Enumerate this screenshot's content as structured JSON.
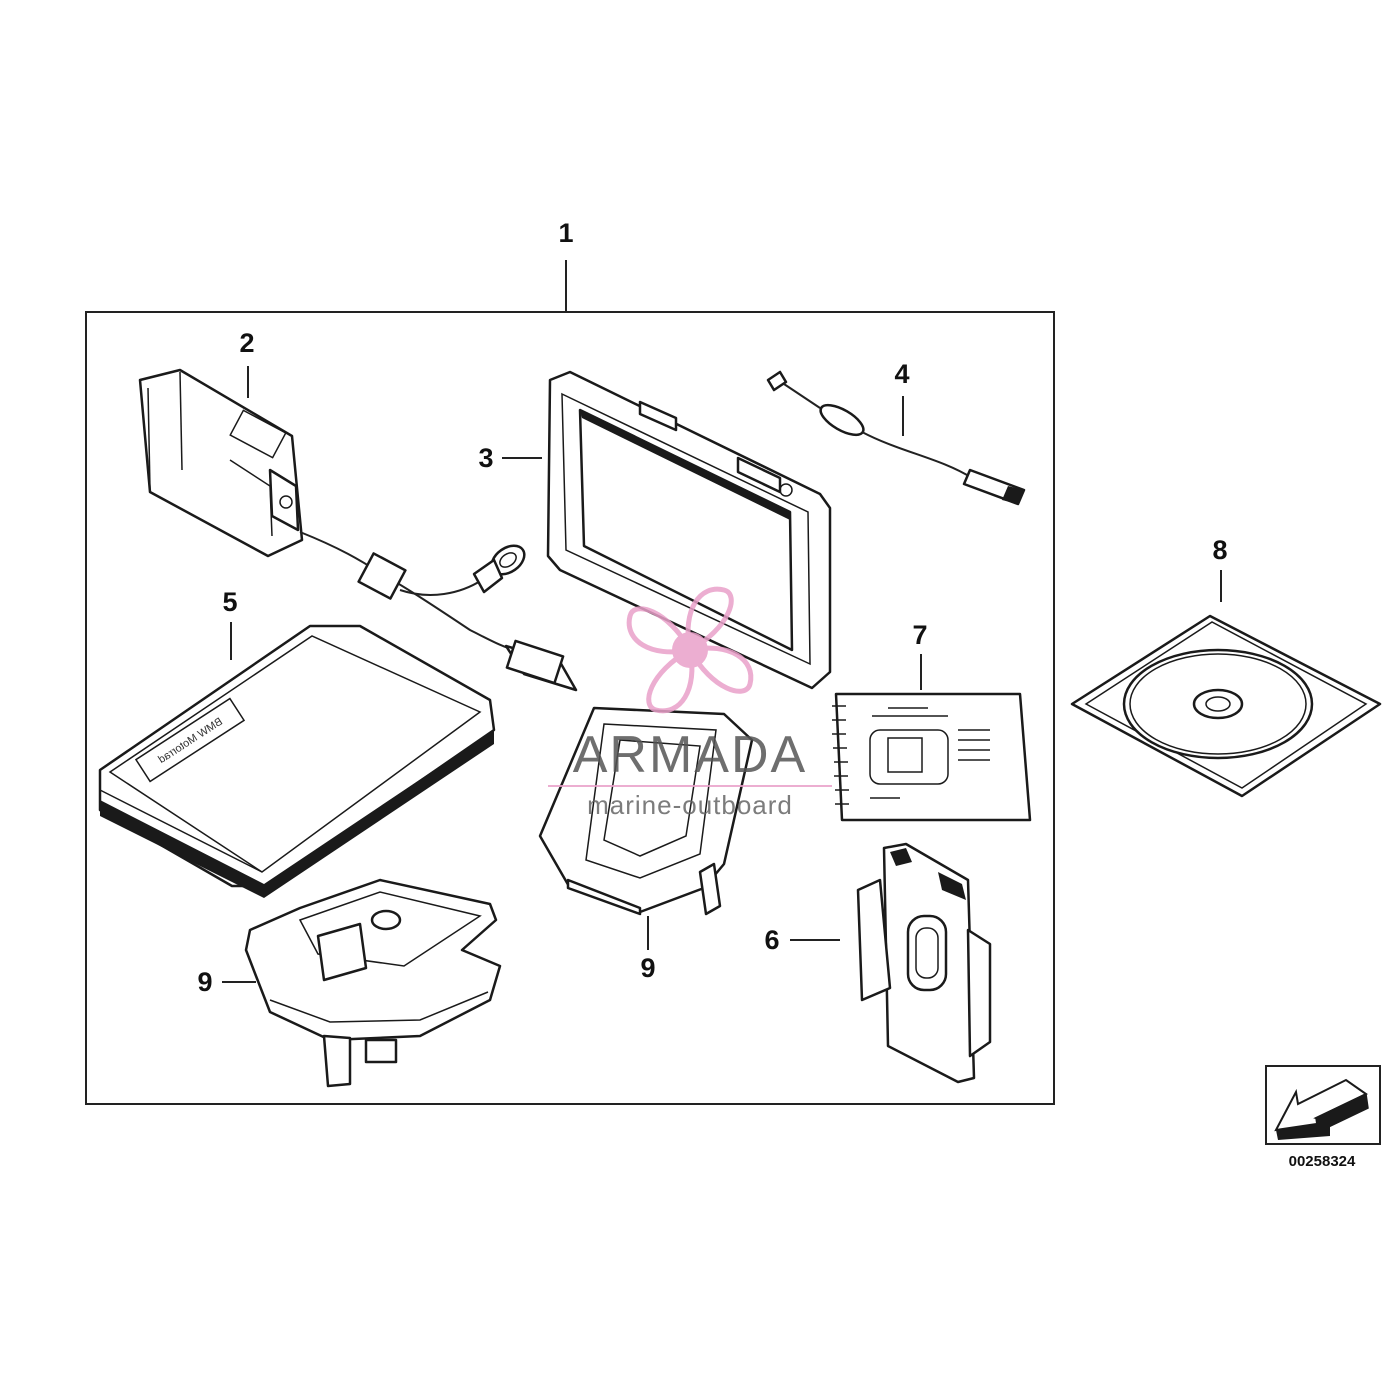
{
  "callouts": {
    "c1": "1",
    "c2": "2",
    "c3": "3",
    "c4": "4",
    "c5": "5",
    "c6": "6",
    "c7": "7",
    "c8": "8",
    "c9a": "9",
    "c9b": "9"
  },
  "case_label": "BMW Motorrad",
  "watermark": {
    "name": "ARMADA",
    "tagline": "marine-outboard"
  },
  "reference_number": "00258324",
  "colors": {
    "line": "#1a1a1a",
    "watermark_logo": "#e9a0c9"
  },
  "icons": {
    "reference": "arrow-reference-icon",
    "watermark": "propeller-logo-icon"
  }
}
